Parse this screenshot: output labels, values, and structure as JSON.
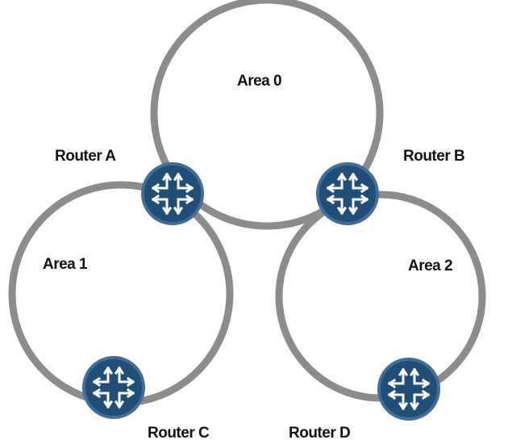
{
  "colors": {
    "background": "#ffffff",
    "ring": "#8c8c8c",
    "router_fill": "#1f4e79",
    "router_border": "#3f6f98",
    "router_arrow": "#ffffff",
    "label": "#111111"
  },
  "areas": [
    {
      "id": "area0",
      "label": "Area 0"
    },
    {
      "id": "area1",
      "label": "Area 1"
    },
    {
      "id": "area2",
      "label": "Area 2"
    }
  ],
  "routers": [
    {
      "id": "router-a",
      "label": "Router A",
      "icon": "router-icon"
    },
    {
      "id": "router-b",
      "label": "Router B",
      "icon": "router-icon"
    },
    {
      "id": "router-c",
      "label": "Router C",
      "icon": "router-icon"
    },
    {
      "id": "router-d",
      "label": "Router D",
      "icon": "router-icon"
    }
  ]
}
